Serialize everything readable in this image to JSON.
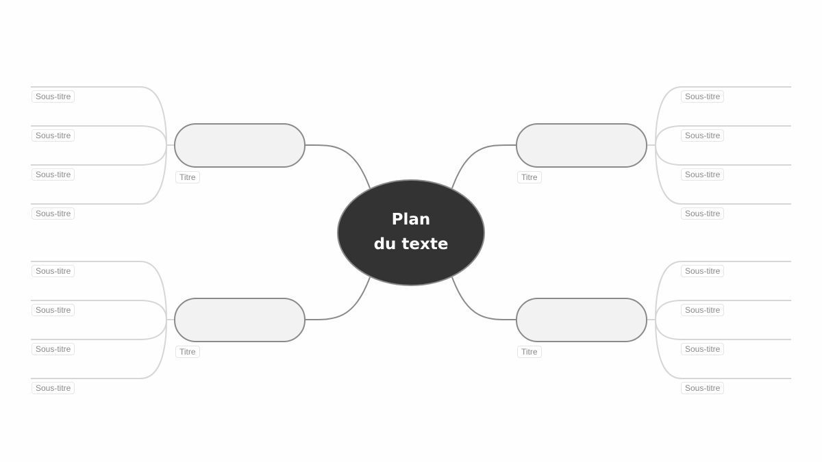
{
  "center": {
    "line1": "Plan",
    "line2": "du texte"
  },
  "colors": {
    "center_fill": "#333333",
    "node_fill": "#f2f2f2",
    "node_stroke": "#8a8a8a",
    "sub_line": "#d6d6d6"
  },
  "branches": [
    {
      "side": "left",
      "pos": "top",
      "title": "Titre",
      "subtitles": [
        "Sous-titre",
        "Sous-titre",
        "Sous-titre",
        "Sous-titre"
      ]
    },
    {
      "side": "right",
      "pos": "top",
      "title": "Titre",
      "subtitles": [
        "Sous-titre",
        "Sous-titre",
        "Sous-titre",
        "Sous-titre"
      ]
    },
    {
      "side": "left",
      "pos": "bottom",
      "title": "Titre",
      "subtitles": [
        "Sous-titre",
        "Sous-titre",
        "Sous-titre",
        "Sous-titre"
      ]
    },
    {
      "side": "right",
      "pos": "bottom",
      "title": "Titre",
      "subtitles": [
        "Sous-titre",
        "Sous-titre",
        "Sous-titre",
        "Sous-titre"
      ]
    }
  ]
}
